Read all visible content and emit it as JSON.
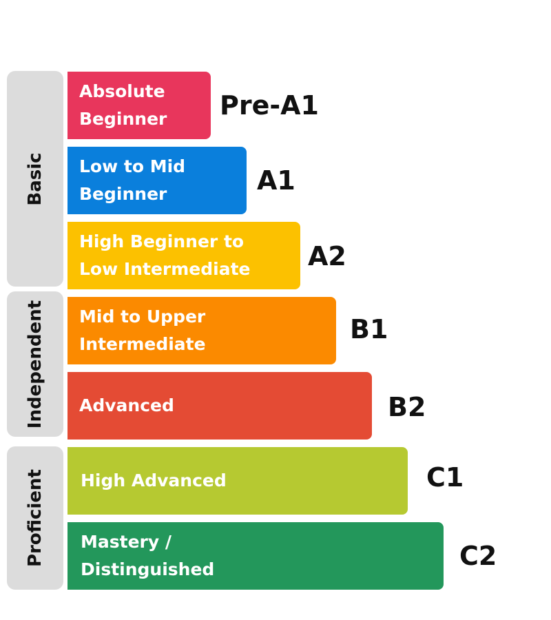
{
  "groups": [
    {
      "label": "Basic"
    },
    {
      "label": "Independent"
    },
    {
      "label": "Proficient"
    }
  ],
  "levels": [
    {
      "label": "Absolute\nBeginner",
      "code": "Pre-A1",
      "color": "#e8365c"
    },
    {
      "label": "Low to Mid\nBeginner",
      "code": "A1",
      "color": "#0a7fdc"
    },
    {
      "label": "High Beginner to\nLow Intermediate",
      "code": "A2",
      "color": "#fcc100"
    },
    {
      "label": "Mid to Upper\nIntermediate",
      "code": "B1",
      "color": "#fb8a00"
    },
    {
      "label": "Advanced",
      "code": "B2",
      "color": "#e44b34"
    },
    {
      "label": "High Advanced",
      "code": "C1",
      "color": "#b6c931"
    },
    {
      "label": "Mastery /\nDistinguished",
      "code": "C2",
      "color": "#23975b"
    }
  ]
}
